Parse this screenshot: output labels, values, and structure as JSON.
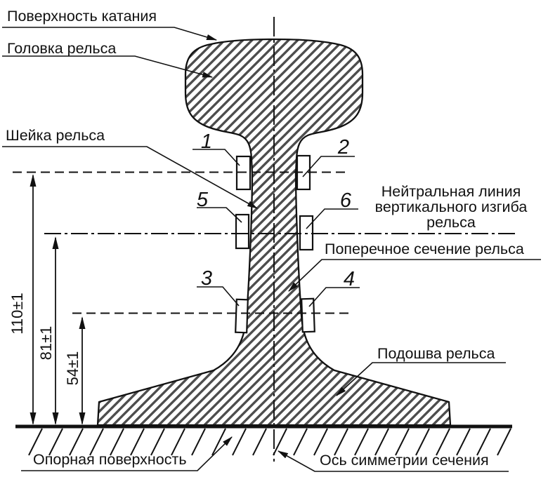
{
  "diagram": {
    "labels": {
      "rolling_surface": "Поверхность катания",
      "rail_head": "Головка рельса",
      "rail_web": "Шейка рельса",
      "neutral_line": [
        "Нейтральная линия",
        "вертикального изгиба",
        "рельса"
      ],
      "cross_section": "Поперечное сечение рельса",
      "rail_foot": "Подошва рельса",
      "support_surface": "Опорная поверхность",
      "symmetry_axis": "Ось симметрии сечения"
    },
    "position_markers": [
      "1",
      "2",
      "3",
      "4",
      "5",
      "6"
    ],
    "dimensions": {
      "total_height": "110±1",
      "neutral_axis_height": "81±1",
      "lower_gauge_height": "54±1"
    },
    "colors": {
      "line": "#111111",
      "hatch": "#4d4d4d",
      "background": "#ffffff"
    }
  }
}
